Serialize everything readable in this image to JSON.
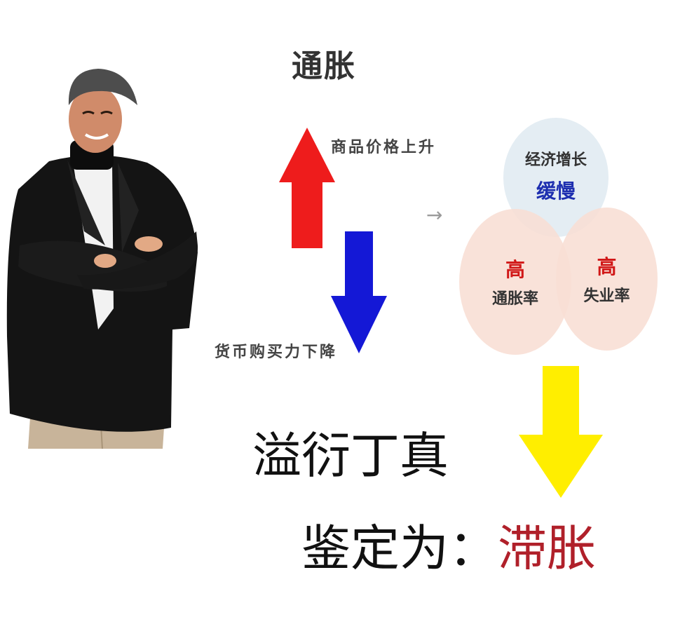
{
  "title": "通胀",
  "label_up": "商品价格上升",
  "label_down": "货币购买力下降",
  "small_arrow": "→",
  "bubbles": {
    "top_line1": "经济增长",
    "top_line2": "缓慢",
    "left_line1": "高",
    "left_line2": "通胀率",
    "right_line1": "高",
    "right_line2": "失业率"
  },
  "caption_line1": "溢衍丁真",
  "caption_prefix": "鉴定为：",
  "caption_accent": "滞胀",
  "colors": {
    "arrow_up": "#ee1c1c",
    "arrow_down": "#1418d6",
    "arrow_result": "#ffee00",
    "accent_red": "#b0202a",
    "accent_blue": "#1e2fb0"
  }
}
